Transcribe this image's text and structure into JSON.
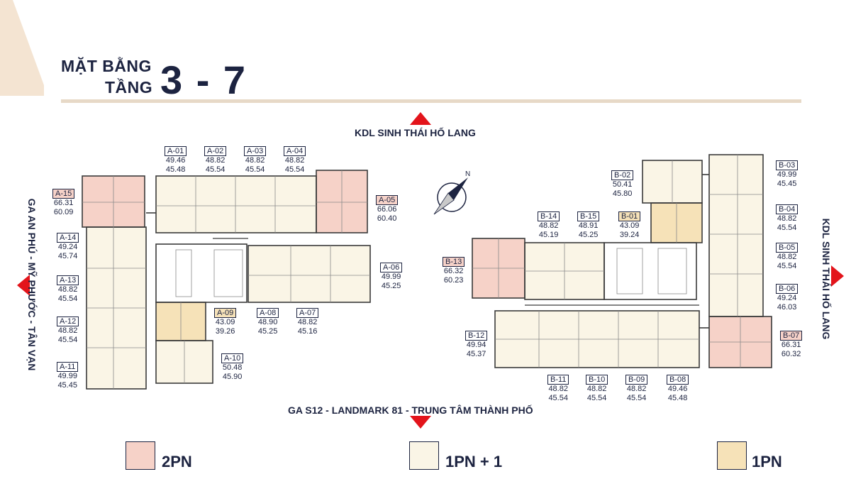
{
  "title": {
    "line1": "MẶT BẰNG",
    "line2": "TẦNG",
    "floors": "3 - 7"
  },
  "directions": {
    "top": "KDL SINH THÁI HỐ LANG",
    "bottom": "GA S12 - LANDMARK 81 - TRUNG TÂM THÀNH PHỐ",
    "left": "GA AN PHÚ - MỸ PHƯỚC - TÂN VẠN",
    "right": "KDL SINH THÁI HỐ LANG"
  },
  "legend": [
    {
      "label": "2PN",
      "color": "#f6d2c8"
    },
    {
      "label": "1PN + 1",
      "color": "#faf5e6"
    },
    {
      "label": "1PN",
      "color": "#f6e2b8"
    }
  ],
  "units": [
    {
      "code": "A-01",
      "a": "49.46",
      "b": "45.48",
      "type": "1PN+1"
    },
    {
      "code": "A-02",
      "a": "48.82",
      "b": "45.54",
      "type": "1PN+1"
    },
    {
      "code": "A-03",
      "a": "48.82",
      "b": "45.54",
      "type": "1PN+1"
    },
    {
      "code": "A-04",
      "a": "48.82",
      "b": "45.54",
      "type": "1PN+1"
    },
    {
      "code": "A-05",
      "a": "66.06",
      "b": "60.40",
      "type": "2PN"
    },
    {
      "code": "A-06",
      "a": "49.99",
      "b": "45.25",
      "type": "1PN+1"
    },
    {
      "code": "A-07",
      "a": "48.82",
      "b": "45.16",
      "type": "1PN+1"
    },
    {
      "code": "A-08",
      "a": "48.90",
      "b": "45.25",
      "type": "1PN+1"
    },
    {
      "code": "A-09",
      "a": "43.09",
      "b": "39.26",
      "type": "1PN"
    },
    {
      "code": "A-10",
      "a": "50.48",
      "b": "45.90",
      "type": "1PN+1"
    },
    {
      "code": "A-11",
      "a": "49.99",
      "b": "45.45",
      "type": "1PN+1"
    },
    {
      "code": "A-12",
      "a": "48.82",
      "b": "45.54",
      "type": "1PN+1"
    },
    {
      "code": "A-13",
      "a": "48.82",
      "b": "45.54",
      "type": "1PN+1"
    },
    {
      "code": "A-14",
      "a": "49.24",
      "b": "45.74",
      "type": "1PN+1"
    },
    {
      "code": "A-15",
      "a": "66.31",
      "b": "60.09",
      "type": "2PN"
    },
    {
      "code": "B-01",
      "a": "43.09",
      "b": "39.24",
      "type": "1PN"
    },
    {
      "code": "B-02",
      "a": "50.41",
      "b": "45.80",
      "type": "1PN+1"
    },
    {
      "code": "B-03",
      "a": "49.99",
      "b": "45.45",
      "type": "1PN+1"
    },
    {
      "code": "B-04",
      "a": "48.82",
      "b": "45.54",
      "type": "1PN+1"
    },
    {
      "code": "B-05",
      "a": "48.82",
      "b": "45.54",
      "type": "1PN+1"
    },
    {
      "code": "B-06",
      "a": "49.24",
      "b": "46.03",
      "type": "1PN+1"
    },
    {
      "code": "B-07",
      "a": "66.31",
      "b": "60.32",
      "type": "2PN"
    },
    {
      "code": "B-08",
      "a": "49.46",
      "b": "45.48",
      "type": "1PN+1"
    },
    {
      "code": "B-09",
      "a": "48.82",
      "b": "45.54",
      "type": "1PN+1"
    },
    {
      "code": "B-10",
      "a": "48.82",
      "b": "45.54",
      "type": "1PN+1"
    },
    {
      "code": "B-11",
      "a": "48.82",
      "b": "45.54",
      "type": "1PN+1"
    },
    {
      "code": "B-12",
      "a": "49.94",
      "b": "45.37",
      "type": "1PN+1"
    },
    {
      "code": "B-13",
      "a": "66.32",
      "b": "60.23",
      "type": "2PN"
    },
    {
      "code": "B-14",
      "a": "48.82",
      "b": "45.19",
      "type": "1PN+1"
    },
    {
      "code": "B-15",
      "a": "48.91",
      "b": "45.25",
      "type": "1PN+1"
    }
  ]
}
